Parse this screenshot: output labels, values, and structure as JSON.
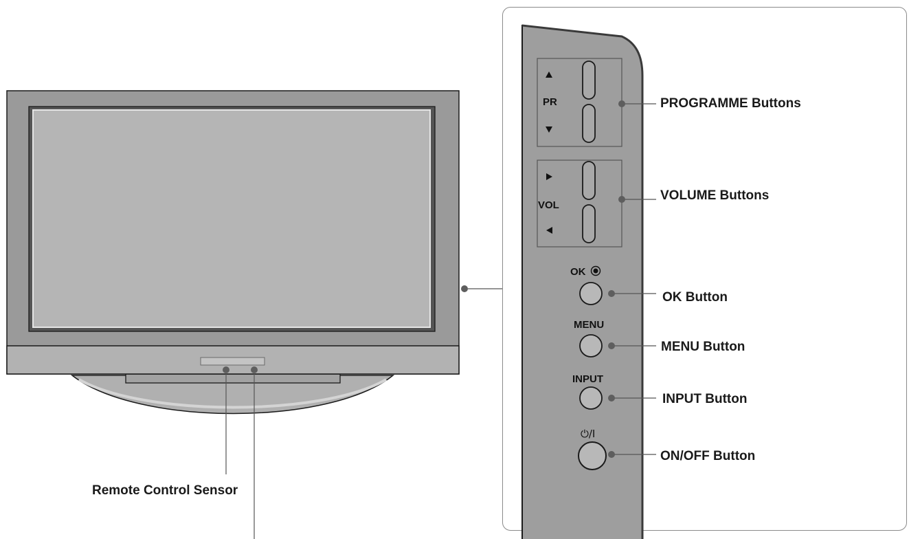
{
  "panel": {
    "pr_label": "PR",
    "vol_label": "VOL",
    "ok_label": "OK",
    "menu_label": "MENU",
    "input_label": "INPUT",
    "power_label": "⏻/I",
    "up_arrow_icon": "triangle-up",
    "down_arrow_icon": "triangle-down",
    "right_arrow_icon": "triangle-right",
    "left_arrow_icon": "triangle-left"
  },
  "callouts": {
    "programme": "PROGRAMME Buttons",
    "volume": "VOLUME Buttons",
    "ok": "OK Button",
    "menu": "MENU Button",
    "input": "INPUT Button",
    "power": "ON/OFF Button",
    "remote_sensor": "Remote Control Sensor"
  },
  "colors": {
    "bezel": "#9a9a9a",
    "screen": "#b5b5b5",
    "panel": "#9e9e9e",
    "stand": "#b0b0b0",
    "outline": "#1a1a1a",
    "dot": "#5e5e5e"
  }
}
